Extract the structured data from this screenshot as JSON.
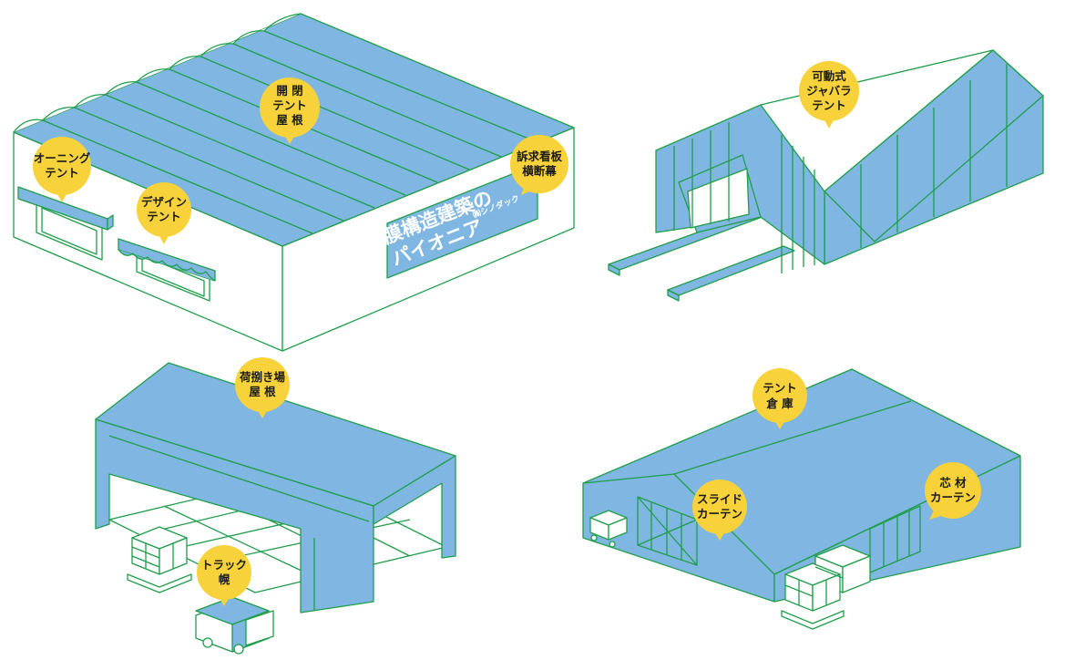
{
  "colors": {
    "roof_blue": "#7fb6e2",
    "line_green": "#1f9e4a",
    "bubble_yellow": "#f7d23a",
    "white": "#ffffff"
  },
  "sign": {
    "line1": "膜構造建築の",
    "line2": "パイオニア",
    "company": "㈱シノダック"
  },
  "labels": {
    "roof_open": [
      "開 閉",
      "テント",
      "屋 根"
    ],
    "awning": [
      "オーニング",
      "テント"
    ],
    "design_tent": [
      "デザイン",
      "テント"
    ],
    "sign_board": [
      "訴求看板",
      "横断幕"
    ],
    "jabara": [
      "可動式",
      "ジャバラ",
      "テント"
    ],
    "loading_roof": [
      "荷捌き場",
      "屋 根"
    ],
    "truck_hood": [
      "トラック",
      "幌"
    ],
    "tent_warehouse": [
      "テント",
      "倉 庫"
    ],
    "slide_curtain": [
      "スライド",
      "カーテン"
    ],
    "core_curtain": [
      "芯 材",
      "カーテン"
    ]
  }
}
